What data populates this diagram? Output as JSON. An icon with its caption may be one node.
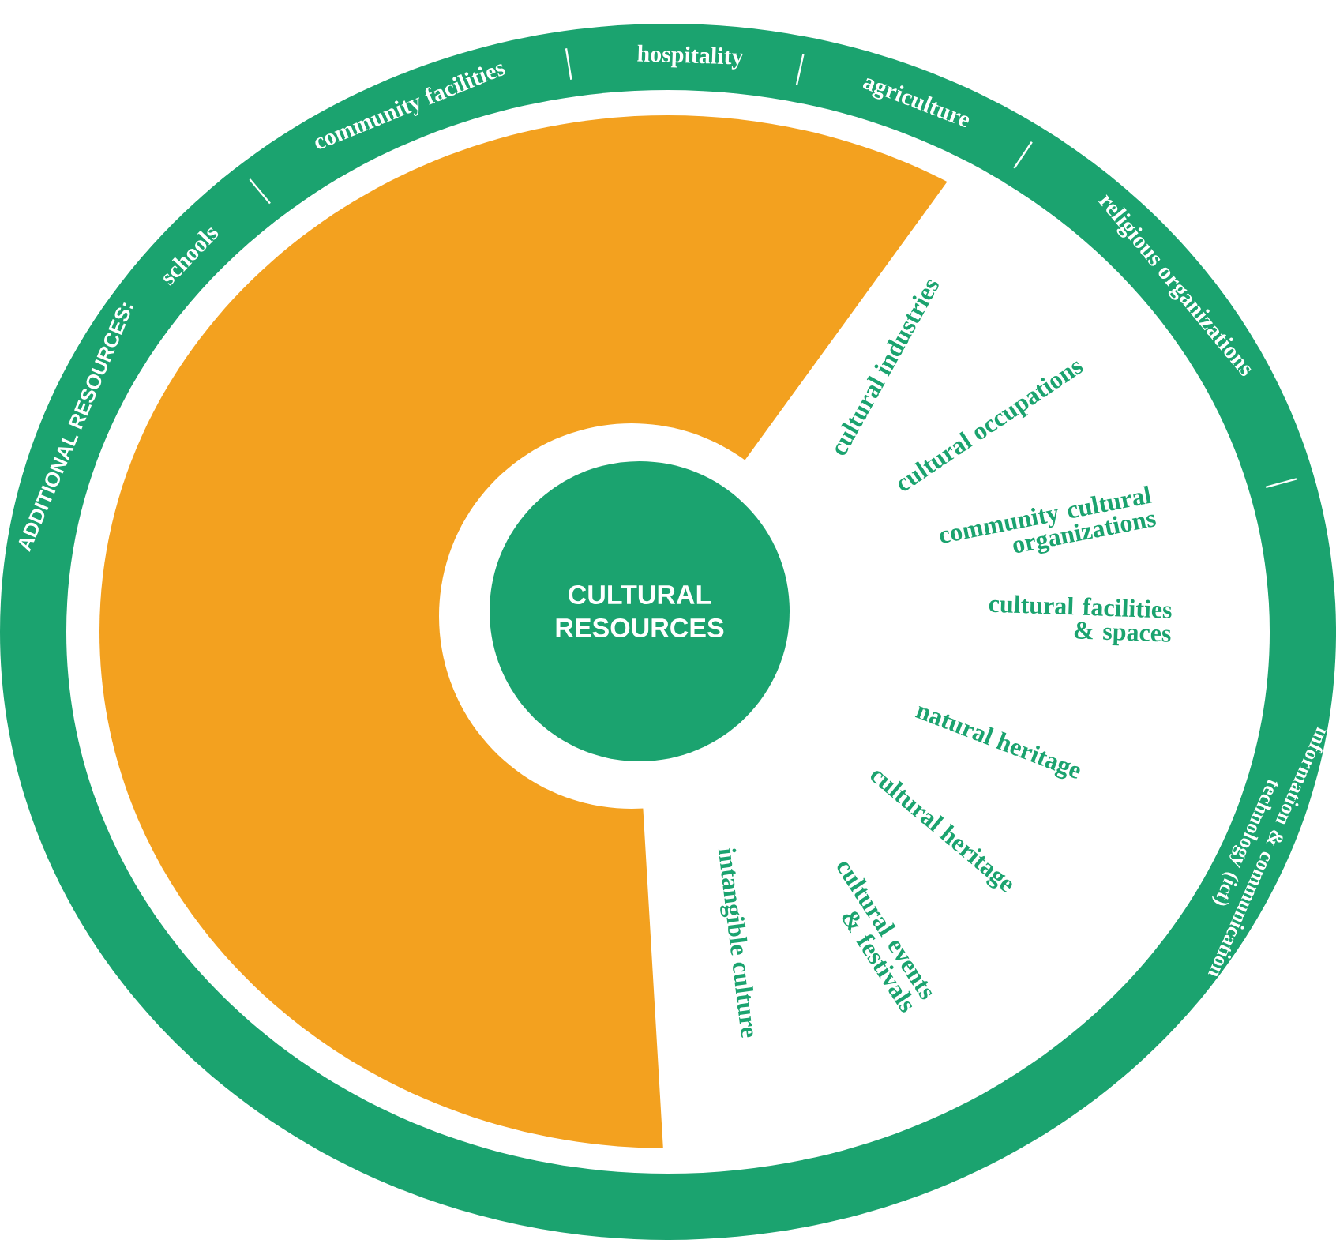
{
  "diagram": {
    "nodes": [
      {
        "text": [
          "ADDITIONAL RESOURCES:",
          "schools",
          "community facilities",
          "hospitality",
          "agriculture",
          "religious organizations",
          "information & communication technology (ict)"
        ]
      },
      {
        "text": [
          "CULTURAL RESOURCES"
        ],
        "in": 0
      }
    ],
    "labels": [
      "cultural industries",
      "cultural occupations",
      "community cultural organizations",
      "cultural facilities & spaces",
      "natural heritage",
      "cultural heritage",
      "cultural events & festivals",
      "intangible culture"
    ]
  }
}
